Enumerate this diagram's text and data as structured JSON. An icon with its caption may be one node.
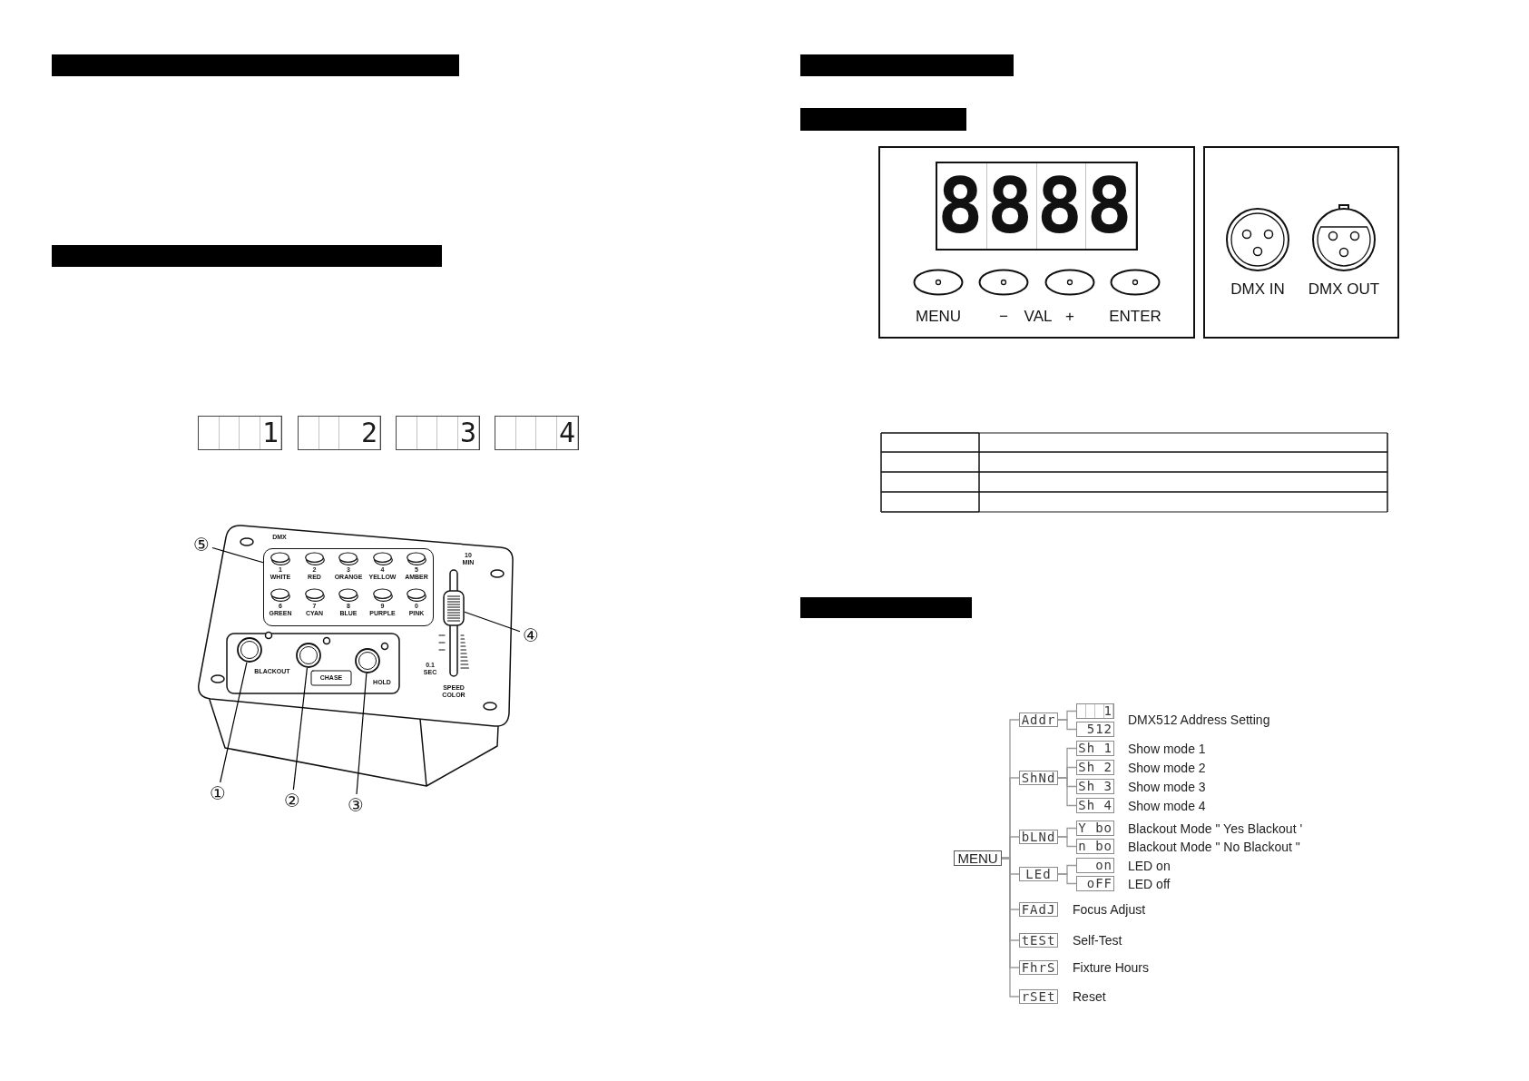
{
  "diagram": {
    "nodes": [
      {
        "text": [],
        "shape": "bar"
      },
      {
        "text": [],
        "shape": "bar"
      },
      {
        "text": [
          "1"
        ]
      },
      {
        "text": [
          "2"
        ]
      },
      {
        "text": [
          "3"
        ]
      },
      {
        "text": [
          "4"
        ]
      },
      {
        "text": [
          "⑤"
        ]
      },
      {
        "text": [
          "1 WHITE",
          "2 RED",
          "3 ORANGE",
          "4 YELLOW",
          "5 AMBER",
          "6 GREEN",
          "7 CYAN",
          "8 BLUE",
          "9 PURPLE",
          "0 PINK"
        ]
      },
      {
        "text": [
          "④"
        ]
      },
      {
        "text": [],
        "shape": "bar"
      },
      {
        "text": [
          "①"
        ]
      },
      {
        "text": [],
        "shape": "circle"
      },
      {
        "text": [
          "②"
        ]
      },
      {
        "text": [],
        "shape": "circle"
      },
      {
        "text": [
          "③"
        ]
      },
      {
        "text": [],
        "shape": "circle"
      },
      {
        "text": [],
        "shape": "bar"
      },
      {
        "text": [],
        "shape": "bar"
      },
      {
        "text": [
          "MENU",
          "−",
          "VAL",
          "+",
          "ENTER"
        ]
      },
      {
        "text": [
          "8888"
        ],
        "in": 18
      },
      {
        "text": [
          "DMX IN",
          "DMX OUT"
        ]
      },
      {
        "text": [],
        "shape": "bar"
      },
      {
        "text": [
          "MENU"
        ]
      },
      {
        "text": [
          "Addr"
        ]
      },
      {
        "text": [
          "1"
        ]
      },
      {
        "text": [
          "512"
        ]
      },
      {
        "text": [
          "ShNd"
        ]
      },
      {
        "text": [
          "Sh 1"
        ],
        "beside": [
          "Show mode 1"
        ]
      },
      {
        "text": [
          "Sh 2"
        ],
        "beside": [
          "Show mode 2"
        ]
      },
      {
        "text": [
          "Sh 3"
        ],
        "beside": [
          "Show mode 3"
        ]
      },
      {
        "text": [
          "Sh 4"
        ],
        "beside": [
          "Show mode 4"
        ]
      },
      {
        "text": [
          "bLNd"
        ]
      },
      {
        "text": [
          "Y bo"
        ],
        "beside": [
          "Blackout Mode \" Yes Blackout '"
        ]
      },
      {
        "text": [
          "n bo"
        ],
        "beside": [
          "Blackout Mode \" No Blackout \""
        ]
      },
      {
        "text": [
          "LEd"
        ]
      },
      {
        "text": [
          "on"
        ],
        "beside": [
          "LED on"
        ]
      },
      {
        "text": [
          "oFF"
        ],
        "beside": [
          "LED off"
        ]
      },
      {
        "text": [
          "FAdJ"
        ],
        "beside": [
          "Focus Adjust"
        ]
      },
      {
        "text": [
          "tESt"
        ],
        "beside": [
          "Self-Test"
        ]
      },
      {
        "text": [
          "FhrS"
        ],
        "beside": [
          "Fixture Hours"
        ]
      },
      {
        "text": [
          "rSEt"
        ],
        "beside": [
          "Reset"
        ]
      }
    ],
    "edges": [
      {
        "from": 6,
        "to": 7,
        "arrow": "none",
        "color": "#000000"
      },
      {
        "from": 8,
        "to": 9,
        "arrow": "none",
        "color": "#000000"
      },
      {
        "from": 10,
        "to": 11,
        "arrow": "none",
        "color": "#000000"
      },
      {
        "from": 12,
        "to": 13,
        "arrow": "none",
        "color": "#000000"
      },
      {
        "from": 14,
        "to": 15,
        "arrow": "none",
        "color": "#000000"
      },
      {
        "from": 22,
        "to": 23,
        "arrow": "none"
      },
      {
        "from": 23,
        "to": 24,
        "arrow": "none"
      },
      {
        "from": 23,
        "to": 25,
        "arrow": "none"
      },
      {
        "from": 22,
        "to": 26,
        "arrow": "none"
      },
      {
        "from": 26,
        "to": 27,
        "arrow": "none"
      },
      {
        "from": 26,
        "to": 28,
        "arrow": "none"
      },
      {
        "from": 26,
        "to": 29,
        "arrow": "none"
      },
      {
        "from": 26,
        "to": 30,
        "arrow": "none"
      },
      {
        "from": 22,
        "to": 31,
        "arrow": "none"
      },
      {
        "from": 31,
        "to": 32,
        "arrow": "none"
      },
      {
        "from": 31,
        "to": 33,
        "arrow": "none"
      },
      {
        "from": 22,
        "to": 34,
        "arrow": "none"
      },
      {
        "from": 34,
        "to": 35,
        "arrow": "none"
      },
      {
        "from": 34,
        "to": 36,
        "arrow": "none"
      },
      {
        "from": 22,
        "to": 37,
        "arrow": "none"
      },
      {
        "from": 22,
        "to": 38,
        "arrow": "none"
      },
      {
        "from": 22,
        "to": 39,
        "arrow": "none"
      },
      {
        "from": 22,
        "to": 40,
        "arrow": "none"
      }
    ],
    "labels": [
      "DMX",
      "10 MIN",
      "BLACKOUT",
      "CHASE",
      "HOLD",
      "0.1 SEC",
      "SPEED COLOR",
      "DMX512 Address Setting"
    ]
  }
}
